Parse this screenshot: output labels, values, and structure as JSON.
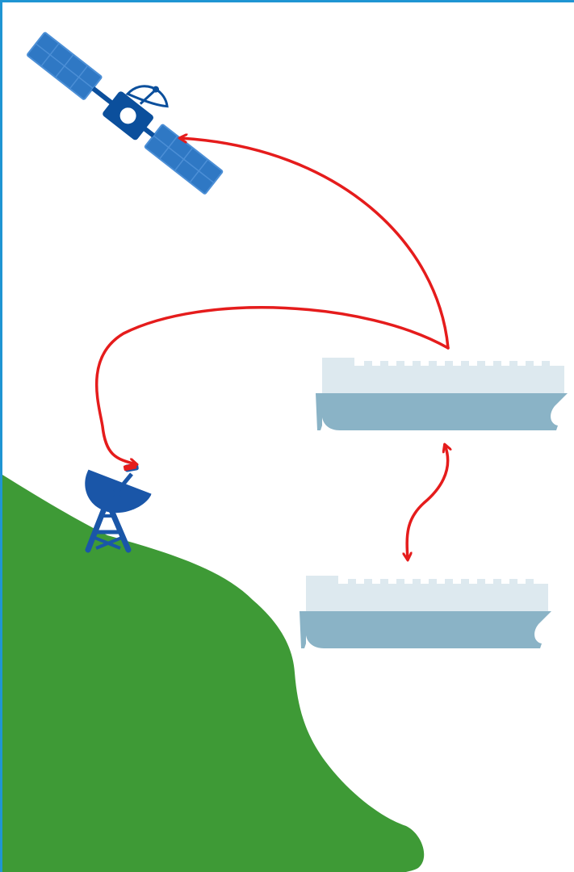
{
  "diagram": {
    "nodes": [
      {
        "id": "satellite",
        "kind": "satellite",
        "icon": "satellite-icon"
      },
      {
        "id": "ground-station",
        "kind": "ground station antenna",
        "icon": "satellite-dish-icon"
      },
      {
        "id": "ship-upper",
        "kind": "ship",
        "icon": "ship-icon"
      },
      {
        "id": "ship-lower",
        "kind": "ship",
        "icon": "ship-icon"
      }
    ],
    "links": [
      {
        "from": "ship-upper",
        "to": "satellite",
        "direction": "one-way"
      },
      {
        "from": "ship-upper",
        "to": "ground-station",
        "direction": "one-way"
      },
      {
        "from": "ship-upper",
        "to": "ship-lower",
        "direction": "two-way"
      }
    ]
  },
  "colors": {
    "frame": "#1f95d3",
    "link": "#e51c1c",
    "satellite_body": "#0b4f9c",
    "solar_panel": "#2f78c4",
    "solar_panel_light": "#4c8fd6",
    "tower": "#1a56a8",
    "ship_hull": "#8ab3c6",
    "ship_deck": "#dde9ef",
    "hill": "#3e9a36"
  }
}
